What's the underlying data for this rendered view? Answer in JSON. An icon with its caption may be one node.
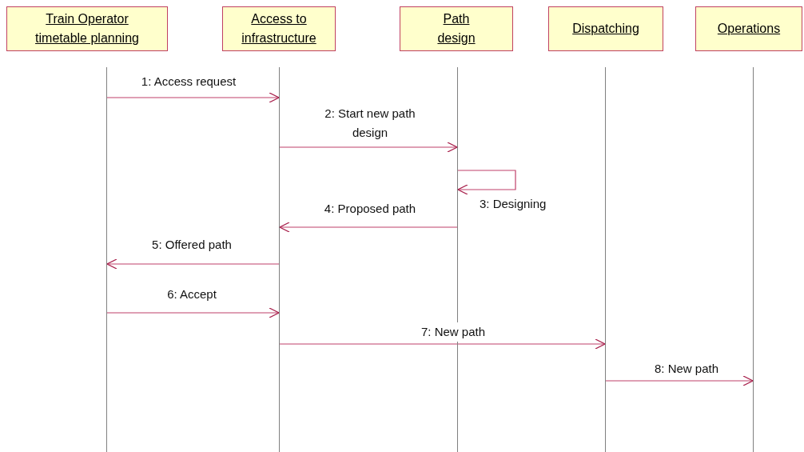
{
  "diagram": {
    "nodes": [
      {
        "text": [
          "Train Operator timetable planning"
        ]
      },
      {
        "text": [
          "Access to infrastructure"
        ]
      },
      {
        "text": [
          "Path design"
        ]
      },
      {
        "text": [
          "Dispatching"
        ]
      },
      {
        "text": [
          "Operations"
        ]
      },
      {
        "text": [],
        "shape": "line"
      },
      {
        "text": [],
        "shape": "line"
      },
      {
        "text": [],
        "shape": "line"
      },
      {
        "text": [],
        "shape": "line"
      },
      {
        "text": [],
        "shape": "line"
      }
    ],
    "edges": [
      {
        "from": 5,
        "to": 6,
        "arrow": "to",
        "label": "1: Access request"
      },
      {
        "from": 6,
        "to": 7,
        "arrow": "to",
        "label": "2: Start new path design"
      },
      {
        "from": 7,
        "to": 7,
        "arrow": "to",
        "label": "3: Designing"
      },
      {
        "from": 7,
        "to": 6,
        "arrow": "to",
        "label": "4: Proposed path"
      },
      {
        "from": 6,
        "to": 5,
        "arrow": "to",
        "label": "5: Offered path"
      },
      {
        "from": 5,
        "to": 6,
        "arrow": "to",
        "label": "6: Accept"
      },
      {
        "from": 6,
        "to": 8,
        "arrow": "to",
        "label": "7: New path"
      },
      {
        "from": 8,
        "to": 9,
        "arrow": "to",
        "label": "8: New path"
      }
    ]
  }
}
